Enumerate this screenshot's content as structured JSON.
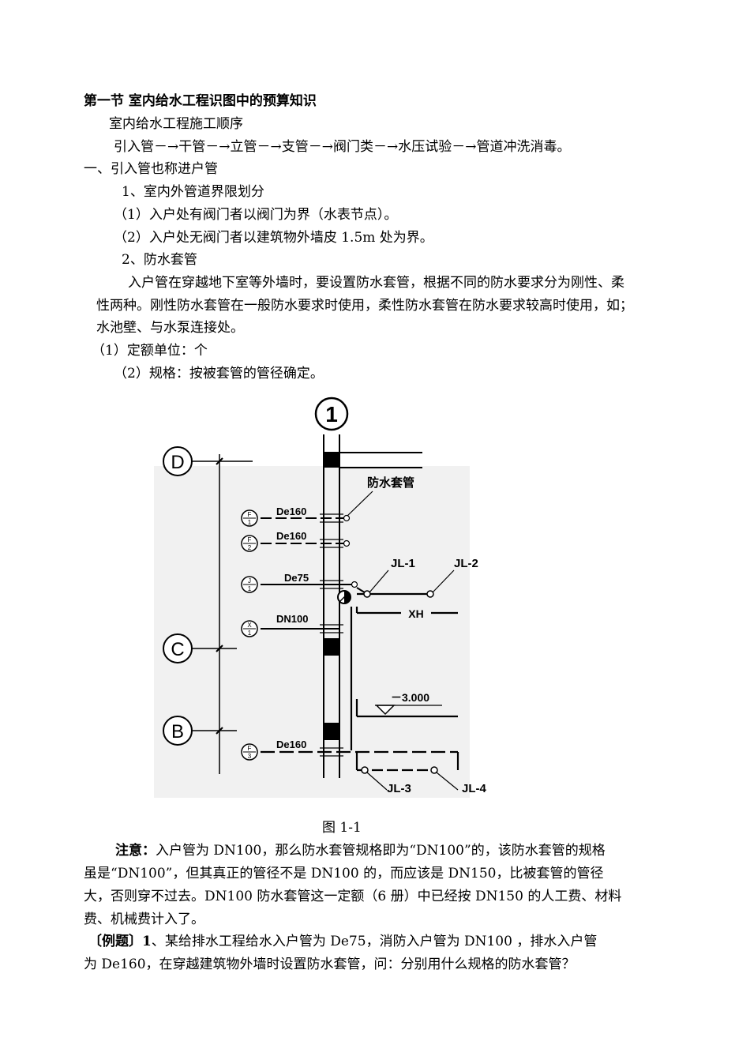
{
  "heading": "第一节  室内给水工程识图中的预算知识",
  "sub_heading": "室内给水工程施工顺序",
  "sequence": "引入管－→干管－→立管－→支管－→阀门类－→水压试验－→管道冲洗消毒。",
  "section1": "一、引入管也称进户管",
  "item1": "1、室内外管道界限划分",
  "item1_1": "（1）入户处有阀门者以阀门为界（水表节点）。",
  "item1_2": "（2）入户处无阀门者以建筑物外墙皮 1.5m 处为界。",
  "item2": "2、防水套管",
  "para_line1": "入户管在穿越地下室等外墙时，要设置防水套管，根据不同的防水要求分为刚性、柔",
  "para_line2": "性两种。刚性防水套管在一般防水要求时使用，柔性防水套管在防水要求较高时使用，如；",
  "para_line3": "水池壁、与水泵连接处。",
  "item2_1": "（1）定额单位：个",
  "item2_2": "（2）规格：按被套管的管径确定。",
  "figure": {
    "column_label": "1",
    "axis_D": "D",
    "axis_C": "C",
    "axis_B": "B",
    "sleeve_label": "防水套管",
    "pipe1": "De160",
    "pipe2": "De160",
    "pipe3": "De75",
    "pipe4": "DN100",
    "pipe5": "De160",
    "tag1_top": "F",
    "tag1_bot": "1",
    "tag2_top": "F",
    "tag2_bot": "2",
    "tag3_top": "J",
    "tag3_bot": "1",
    "tag4_top": "X",
    "tag4_bot": "1",
    "tag5_top": "F",
    "tag5_bot": "3",
    "jl1": "JL-1",
    "jl2": "JL-2",
    "jl3": "JL-3",
    "jl4": "JL-4",
    "xh": "XH",
    "elevation": "－3.000"
  },
  "caption": "图 1-1",
  "note_label": "注意：",
  "note_line1": "入户管为 DN100，那么防水套管规格即为“DN100”的，该防水套管的规格",
  "note_line2": "虽是“DN100”，但其真正的管径不是 DN100 的，而应该是 DN150，比被套管的管径",
  "note_line3": "大，否则穿不过去。DN100 防水套管这一定额（6 册）中已经按 DN150 的人工费、材料",
  "note_line4": "费、机械费计入了。",
  "example_label": "〔例题〕1",
  "example_line1": "、某给排水工程给水入户管为 De75，消防入户管为 DN100 ，排水入户管",
  "example_line2": "为 De160，在穿越建筑物外墙时设置防水套管，问：分别用什么规格的防水套管？"
}
